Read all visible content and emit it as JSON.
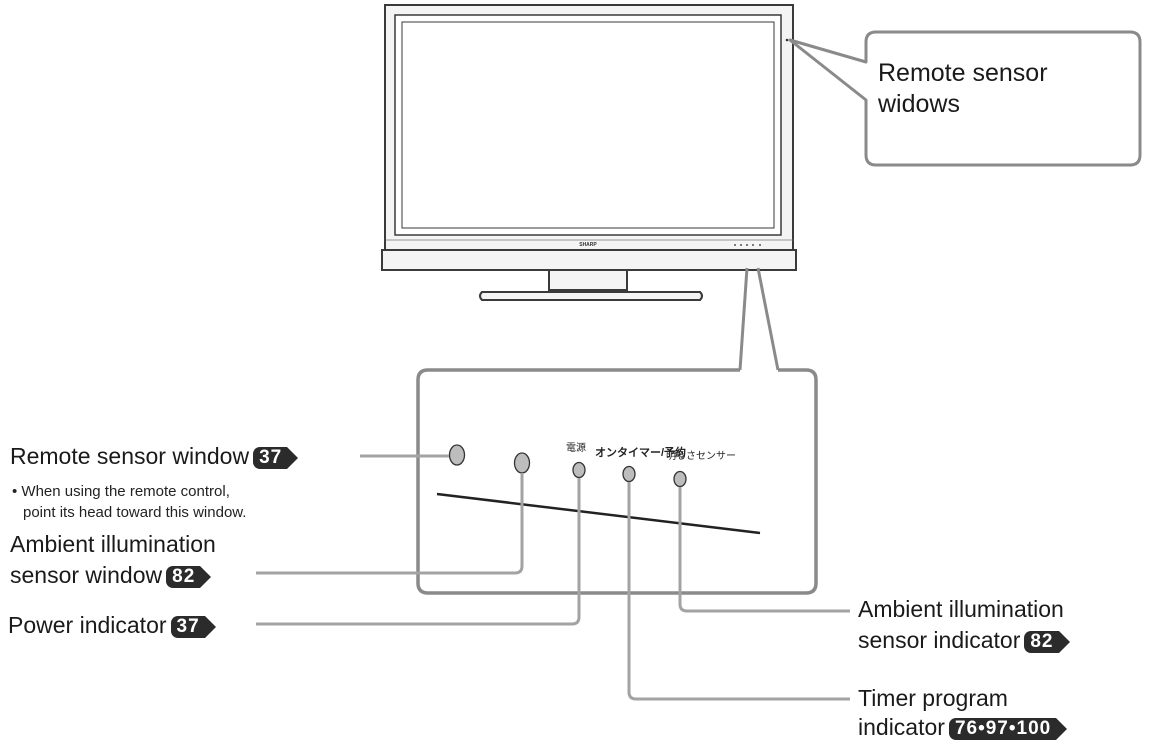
{
  "tv": {
    "brand": "SHARP"
  },
  "callouts": {
    "remote_sensor_widows": {
      "line1": "Remote sensor",
      "line2": "widows"
    },
    "remote_sensor_window": {
      "label": "Remote sensor window",
      "badge": "37",
      "note_line1": "• When using the remote control,",
      "note_line2": "point its head toward this window."
    },
    "ambient_sensor_window": {
      "line1": "Ambient illumination",
      "line2": "sensor window",
      "badge": "82"
    },
    "power_indicator": {
      "label": "Power indicator",
      "badge": "37"
    },
    "ambient_sensor_indicator": {
      "line1": "Ambient illumination",
      "line2": "sensor indicator",
      "badge": "82"
    },
    "timer_program_indicator": {
      "line1": "Timer program",
      "line2": "indicator",
      "badge": "76•97•100"
    }
  },
  "panel_labels": {
    "power": "電源",
    "timer": "オンタイマー/予約",
    "ambient": "明るさセンサー"
  },
  "colors": {
    "outline": "#3a3a3a",
    "leader": "#9a9a9a",
    "badge": "#2b2b2b"
  }
}
